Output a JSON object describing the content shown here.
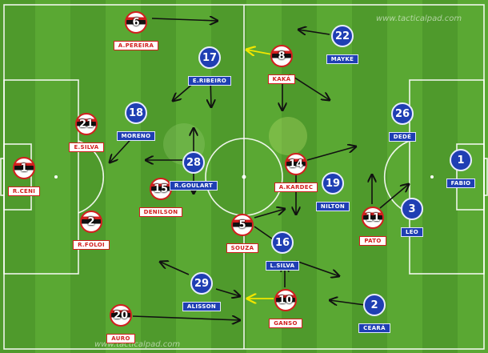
{
  "watermarks": [
    "www.tacticalpad.com",
    "www.tacticalpad.com"
  ],
  "colors": {
    "pitch_dark": "#4f9a2c",
    "pitch_light": "#5aa833",
    "blue_team": "#1f3fb3",
    "red_team": "#d21e1e",
    "arrow_default": "#111111",
    "arrow_highlight": "#f2e600"
  },
  "players": [
    {
      "team": "red",
      "number": "6",
      "name": "A.PEREIRA"
    },
    {
      "team": "red",
      "number": "8",
      "name": "KAKÁ"
    },
    {
      "team": "red",
      "number": "21",
      "name": "E.SILVA"
    },
    {
      "team": "red",
      "number": "1",
      "name": "R.CENI"
    },
    {
      "team": "red",
      "number": "15",
      "name": "DENILSON"
    },
    {
      "team": "red",
      "number": "14",
      "name": "A.KARDEC"
    },
    {
      "team": "red",
      "number": "2",
      "name": "R.FOLOI"
    },
    {
      "team": "red",
      "number": "5",
      "name": "SOUZA"
    },
    {
      "team": "red",
      "number": "11",
      "name": "PATO"
    },
    {
      "team": "red",
      "number": "10",
      "name": "GANSO"
    },
    {
      "team": "red",
      "number": "20",
      "name": "AURO"
    },
    {
      "team": "blue",
      "number": "22",
      "name": "MAYKE"
    },
    {
      "team": "blue",
      "number": "17",
      "name": "E.RIBEIRO"
    },
    {
      "team": "blue",
      "number": "18",
      "name": "MORENO"
    },
    {
      "team": "blue",
      "number": "26",
      "name": "DEDÉ"
    },
    {
      "team": "blue",
      "number": "28",
      "name": "R.GOULART"
    },
    {
      "team": "blue",
      "number": "1",
      "name": "FABIO"
    },
    {
      "team": "blue",
      "number": "19",
      "name": "NILTON"
    },
    {
      "team": "blue",
      "number": "3",
      "name": "LEO"
    },
    {
      "team": "blue",
      "number": "16",
      "name": "L.SILVA"
    },
    {
      "team": "blue",
      "number": "29",
      "name": "ALISSON"
    },
    {
      "team": "blue",
      "number": "2",
      "name": "CEARÁ"
    }
  ]
}
